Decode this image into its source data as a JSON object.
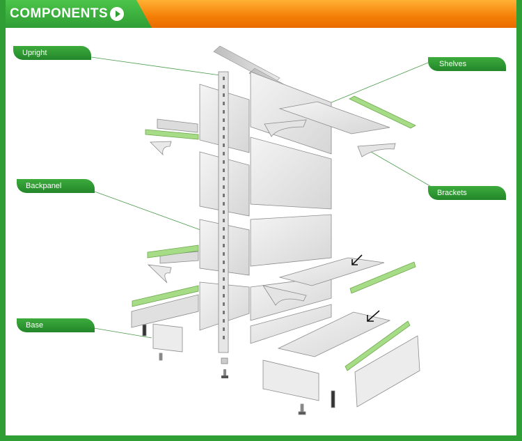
{
  "header": {
    "title": "COMPONENTS",
    "arrow_icon": "play-icon"
  },
  "labels": {
    "upright": "Upright",
    "shelves": "Shelves",
    "backpanel": "Backpanel",
    "brackets": "Brackets",
    "base": "Base"
  },
  "colors": {
    "brand_green": "#2f9e34",
    "header_orange": "#f47e06",
    "price_strip": "#a7dc86"
  }
}
